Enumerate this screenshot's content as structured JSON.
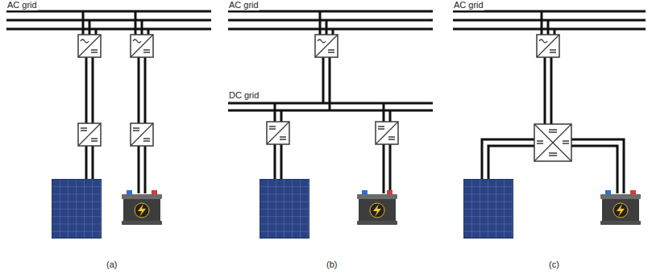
{
  "diagram": {
    "labels": [
      "AC grid",
      "AC grid",
      "AC grid",
      "DC grid",
      "(a)",
      "(b)",
      "(c)"
    ]
  }
}
